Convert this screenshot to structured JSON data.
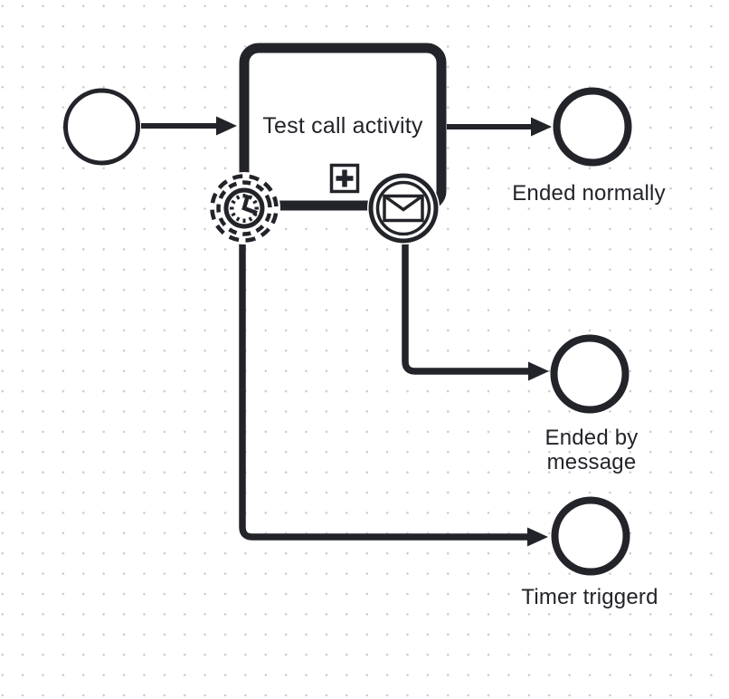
{
  "canvas": {
    "background": "#ffffff",
    "grid_dot_color": "#c9cccf",
    "stroke_color": "#22242a"
  },
  "diagram": {
    "type": "BPMN process diagram",
    "start_event": {
      "kind": "start-event"
    },
    "call_activity": {
      "label": "Test call activity",
      "marker_icon": "subprocess-plus-icon"
    },
    "timer_boundary_event": {
      "icon": "timer-clock-icon",
      "style": "dashed (non-interrupting)"
    },
    "message_boundary_event": {
      "icon": "message-envelope-icon",
      "style": "solid (interrupting)"
    },
    "end_events": {
      "normal": {
        "label": "Ended normally"
      },
      "message": {
        "label": "Ended by message"
      },
      "timer": {
        "label": "Timer triggerd"
      }
    }
  }
}
